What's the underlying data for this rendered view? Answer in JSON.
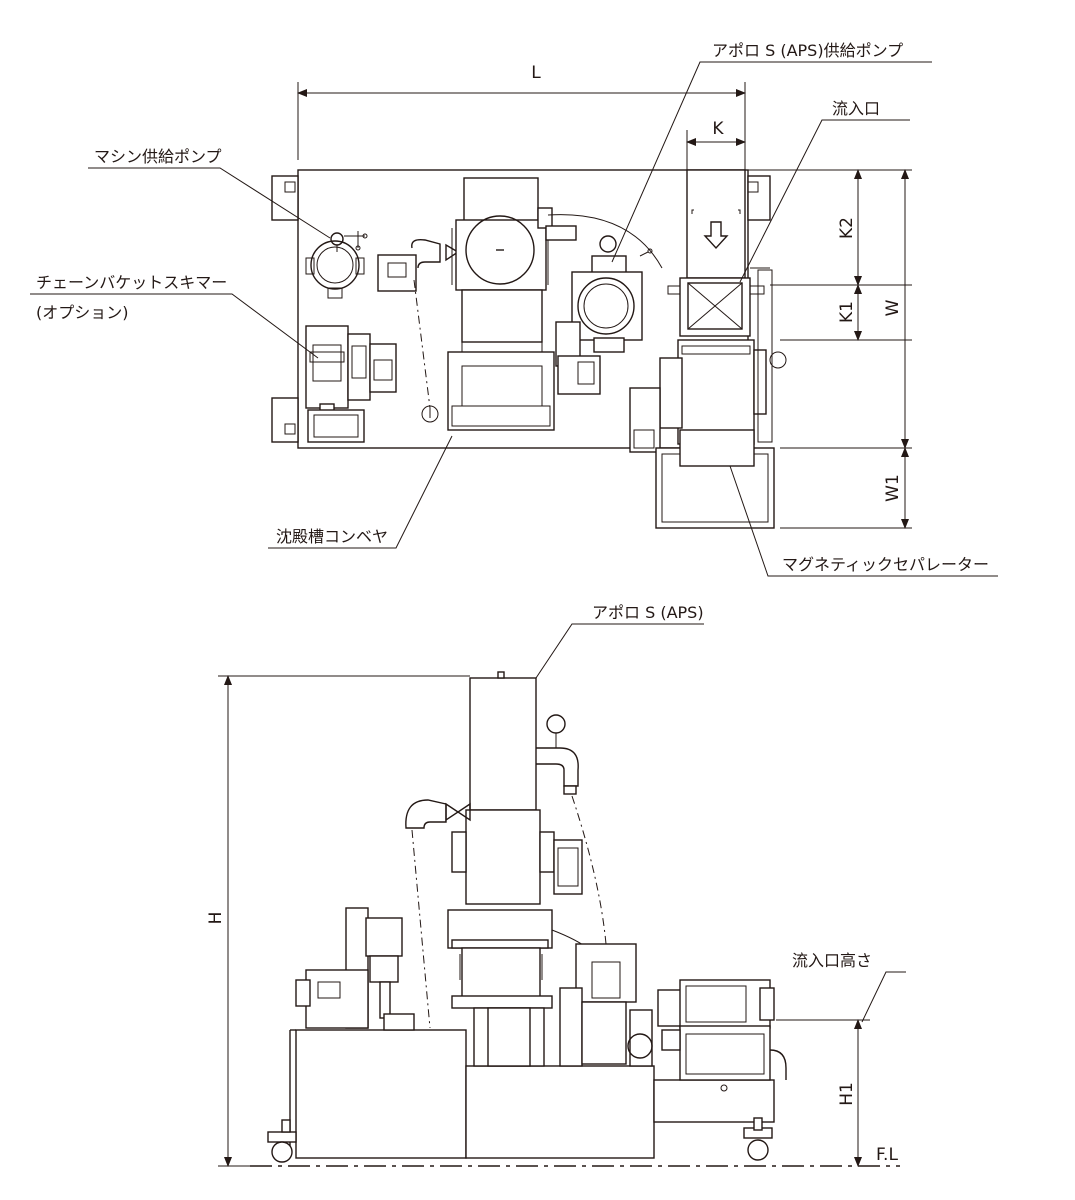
{
  "top_view": {
    "callouts": {
      "aps_pump": "アポロ S (APS)供給ポンプ",
      "inlet": "流入口",
      "machine_pump": "マシン供給ポンプ",
      "skimmer_line1": "チェーンバケットスキマー",
      "skimmer_line2": "(オプション)",
      "conveyor": "沈殿槽コンベヤ",
      "separator": "マグネティックセパレーター"
    },
    "dimensions": {
      "L": "L",
      "K": "K",
      "K1": "K1",
      "K2": "K2",
      "W": "W",
      "W1": "W1"
    }
  },
  "side_view": {
    "callouts": {
      "apollo": "アポロ S (APS)",
      "inlet_height": "流入口高さ"
    },
    "dimensions": {
      "H": "H",
      "H1": "H1",
      "FL": "F.L"
    }
  }
}
